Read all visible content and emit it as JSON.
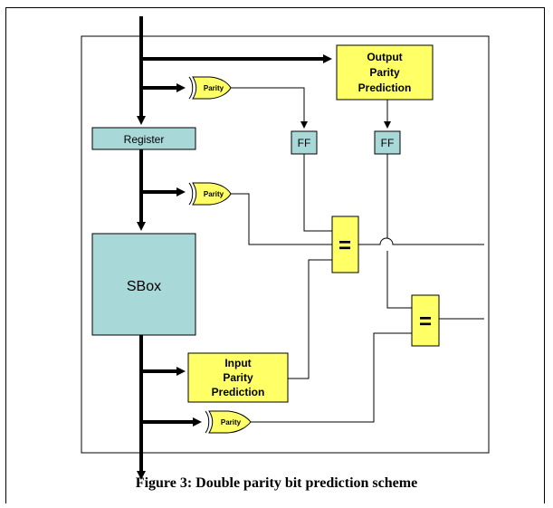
{
  "blocks": {
    "register": "Register",
    "sbox": "SBox",
    "output_prediction": [
      "Output",
      "Parity",
      "Prediction"
    ],
    "input_prediction": [
      "Input",
      "Parity",
      "Prediction"
    ],
    "ff1": "FF",
    "ff2": "FF",
    "comparator1": "=",
    "comparator2": "="
  },
  "parity_gates": [
    "Parity",
    "Parity",
    "Parity"
  ],
  "caption": "Figure 3: Double parity bit prediction scheme",
  "colors": {
    "register_fill": "#a8d8d8",
    "sbox_fill": "#a8d8d8",
    "prediction_fill": "#ffff66",
    "gate_fill": "#ffff66",
    "stroke": "#000000"
  }
}
